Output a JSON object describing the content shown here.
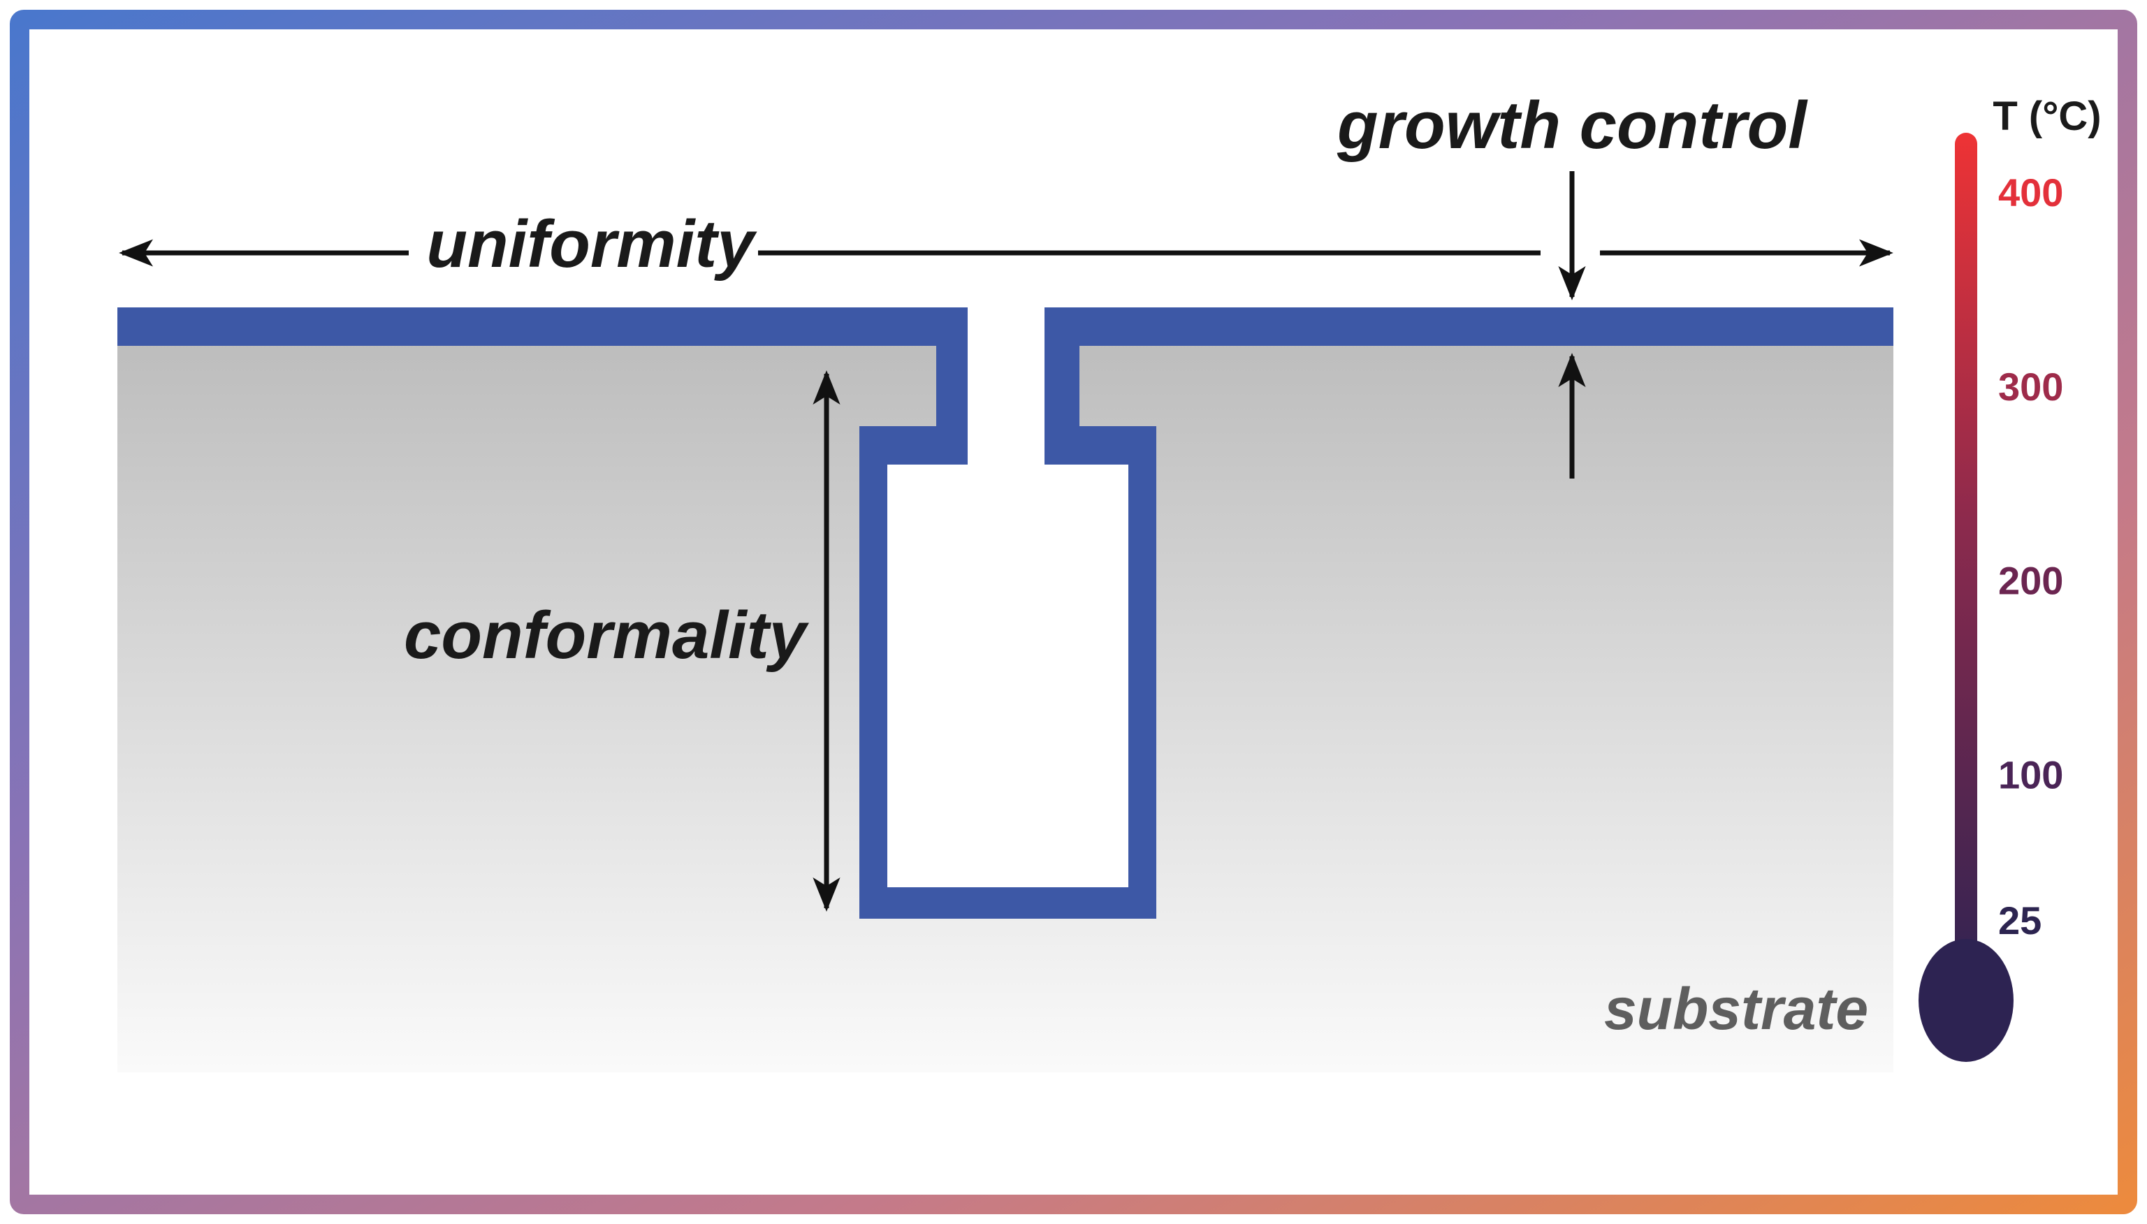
{
  "labels": {
    "uniformity": "uniformity",
    "growth_control": "growth control",
    "conformality": "conformality",
    "substrate": "substrate"
  },
  "thermometer": {
    "title": "T (°C)",
    "ticks": [
      {
        "label": "400",
        "value": 400,
        "color": "#e3303a"
      },
      {
        "label": "300",
        "value": 300,
        "color": "#9e2b4a"
      },
      {
        "label": "200",
        "value": 200,
        "color": "#6b2550"
      },
      {
        "label": "100",
        "value": 100,
        "color": "#4a2456"
      },
      {
        "label": "25",
        "value": 25,
        "color": "#2c2450"
      }
    ],
    "min": 0,
    "max": 450,
    "hot_color": "#ee3335",
    "cold_color": "#2d2352"
  },
  "colors": {
    "film": "#3d58a6",
    "arrow": "#111111",
    "substrate_top": "#bdbdbd",
    "substrate_bottom": "#fafafa",
    "frame_gradient": [
      "#4a77cc",
      "#8a73b5",
      "#c47a8a",
      "#ec8a3e"
    ]
  }
}
